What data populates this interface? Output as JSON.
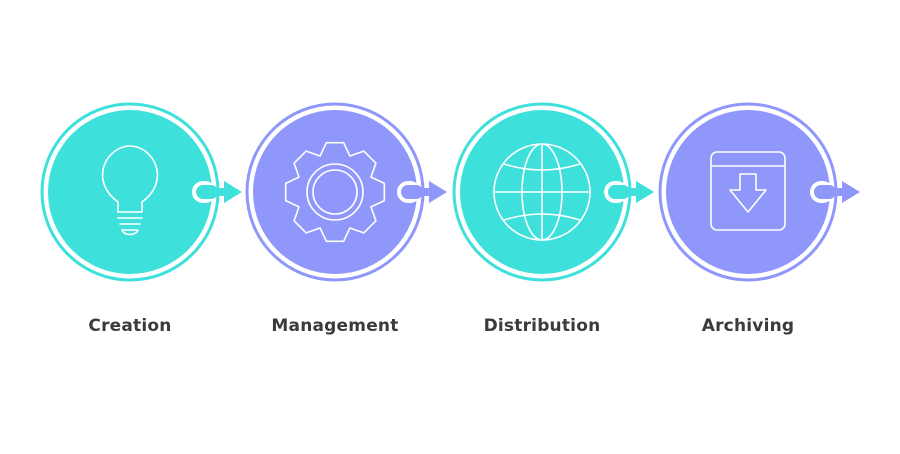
{
  "colors": {
    "teal": "#3ee0db",
    "purple": "#8f97fb",
    "label_text": "#3b3b3b",
    "icon_stroke": "#ffffff"
  },
  "steps": [
    {
      "label": "Creation",
      "icon": "lightbulb-icon",
      "color": "#3ee0db",
      "arrow_color": "#3ee0db"
    },
    {
      "label": "Management",
      "icon": "gear-icon",
      "color": "#8f97fb",
      "arrow_color": "#8f97fb"
    },
    {
      "label": "Distribution",
      "icon": "globe-icon",
      "color": "#3ee0db",
      "arrow_color": "#3ee0db"
    },
    {
      "label": "Archiving",
      "icon": "archive-box-icon",
      "color": "#8f97fb",
      "arrow_color": "#8f97fb"
    }
  ]
}
